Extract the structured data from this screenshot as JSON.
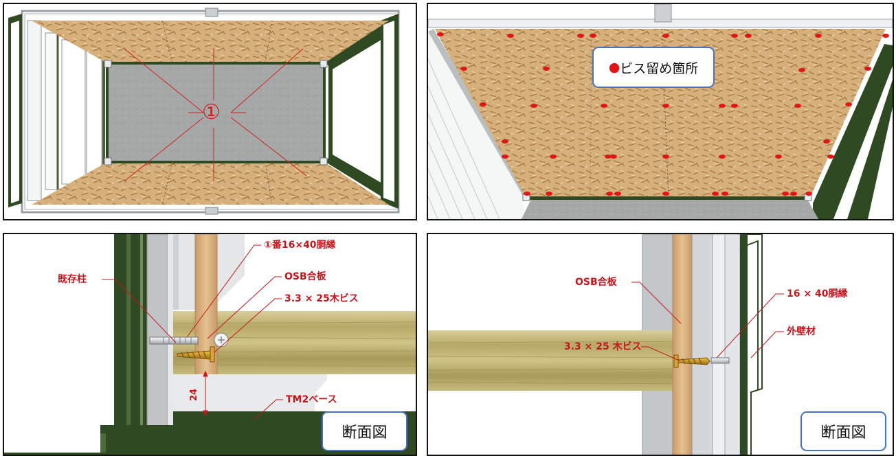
{
  "panels": {
    "top_left": {
      "marker": "①"
    },
    "top_right": {
      "callout_dot": "●",
      "callout_text": "ビス留め箇所"
    },
    "bottom_left": {
      "label_post": "既存柱",
      "label_furring": "①番16×40胴縁",
      "label_osb": "OSB合板",
      "label_screw": "3.3 × 25木ビス",
      "dimension": "24",
      "label_base": "TM2ベース",
      "tag": "断面図"
    },
    "bottom_right": {
      "label_osb": "OSB合板",
      "label_furring": "16 × 40胴縁",
      "label_siding": "外壁材",
      "label_screw": "3.3 × 25 木ビス",
      "tag": "断面図"
    }
  },
  "colors": {
    "annotation_red": "#c4161c",
    "callout_border": "#4472c4",
    "frame_green": "#2e4a1e",
    "osb": "#d8b37f",
    "concrete": "#a7a9a9",
    "screw_dot": "#e01515"
  }
}
